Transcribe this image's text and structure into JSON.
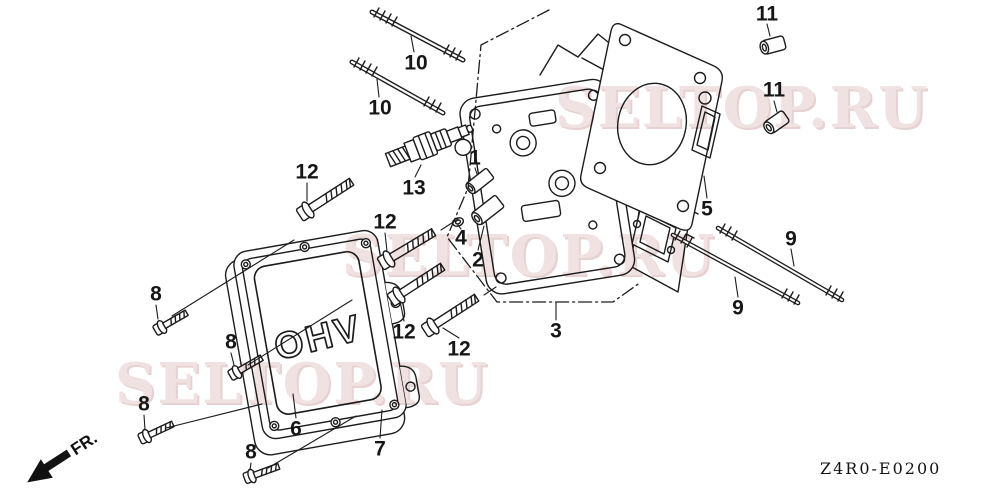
{
  "diagram_code": "Z4R0-E0200",
  "fr_label": "FR.",
  "cover_emboss": "OHV",
  "watermark": {
    "text": "SELTOP.RU",
    "color": "#f0e2e2"
  },
  "colors": {
    "line": "#1c1c1c",
    "background": "#ffffff",
    "watermark": "#f0e2e2"
  },
  "callouts": [
    {
      "text": "10"
    },
    {
      "text": "10"
    },
    {
      "text": "11"
    },
    {
      "text": "11"
    },
    {
      "text": "13"
    },
    {
      "text": "1"
    },
    {
      "text": "12"
    },
    {
      "text": "12"
    },
    {
      "text": "4"
    },
    {
      "text": "2"
    },
    {
      "text": "5"
    },
    {
      "text": "9"
    },
    {
      "text": "9"
    },
    {
      "text": "3"
    },
    {
      "text": "12"
    },
    {
      "text": "12"
    },
    {
      "text": "8"
    },
    {
      "text": "8"
    },
    {
      "text": "8"
    },
    {
      "text": "8"
    },
    {
      "text": "6"
    },
    {
      "text": "7"
    }
  ]
}
